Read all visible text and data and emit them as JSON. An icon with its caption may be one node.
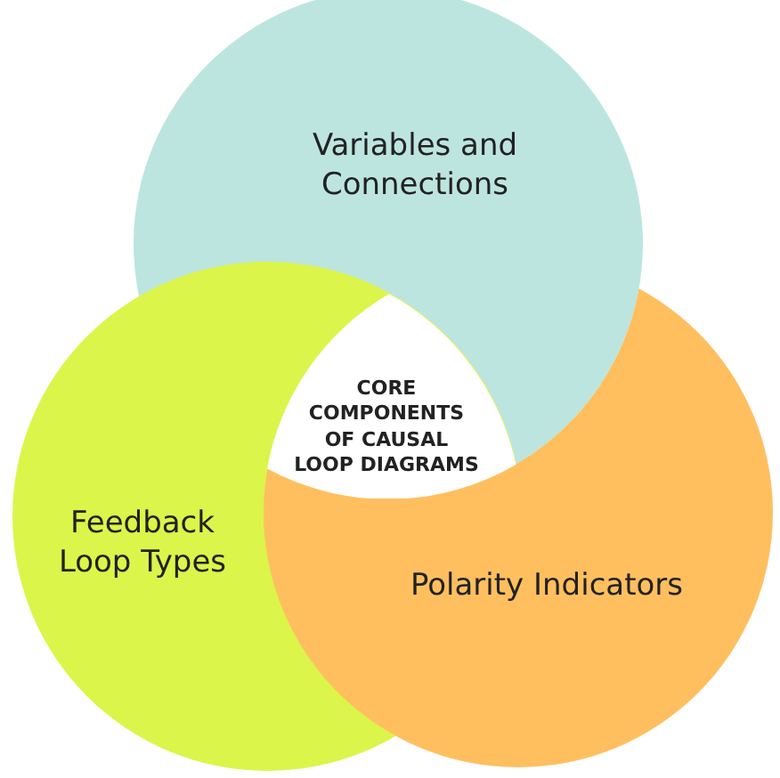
{
  "diagram": {
    "nodes": [
      {
        "text": [
          "Variables and Connections"
        ]
      },
      {
        "text": [
          "Feedback Loop Types"
        ]
      },
      {
        "text": [
          "Polarity Indicators"
        ]
      },
      {
        "text": [
          "CORE COMPONENTS OF CAUSAL LOOP DIAGRAMS"
        ]
      }
    ]
  }
}
